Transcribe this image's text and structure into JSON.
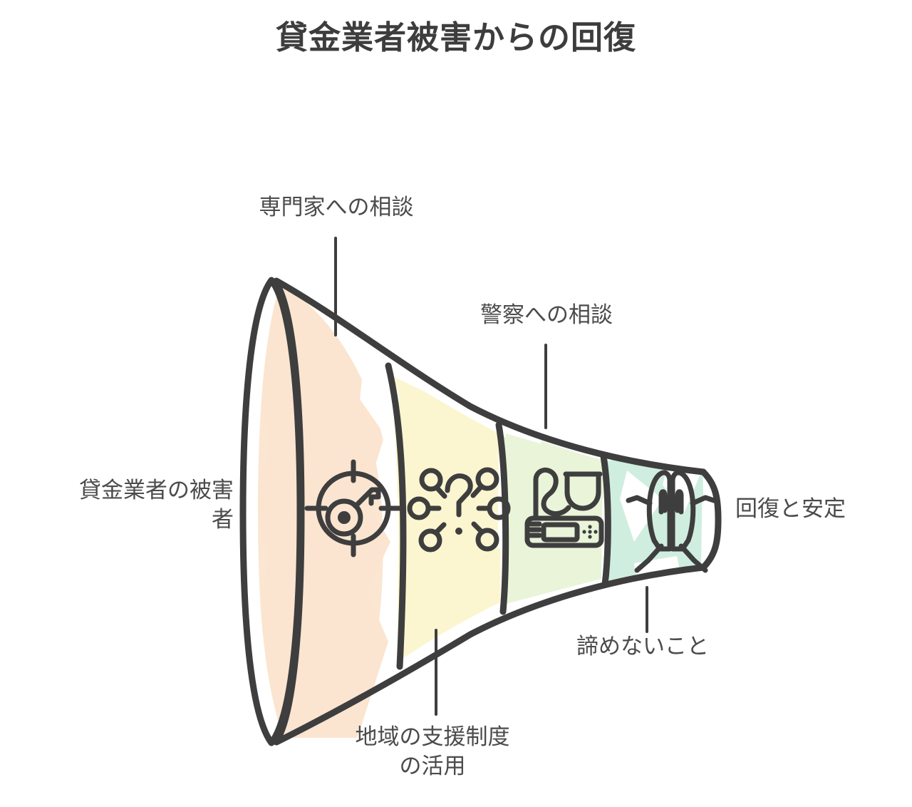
{
  "page": {
    "background_color": "#ffffff",
    "stroke_color": "#3e3e3e",
    "text_color": "#4b4b4b",
    "title_color": "#3d3d3d"
  },
  "header": {
    "title": "貸金業者被害からの回復"
  },
  "diagram": {
    "type": "horizontal-funnel",
    "orientation": "left-wide-to-right-narrow",
    "style": "hand-drawn sketch",
    "entry_label": "貸金業者の被害者",
    "entry_label_lines": [
      "貸金業者の被害",
      "者"
    ],
    "exit_label": "回復と安定",
    "stages": [
      {
        "index": 1,
        "label": "専門家への相談",
        "label_lines": [
          "専門家への相談"
        ],
        "label_position": "top",
        "fill_color": "#fbe5d0",
        "icon": "target-key-icon",
        "icon_description": "crosshair target containing a key"
      },
      {
        "index": 2,
        "label": "地域の支援制度の活用",
        "label_lines": [
          "地域の支援制度",
          "の活用"
        ],
        "label_position": "bottom",
        "fill_color": "#fcf6d0",
        "icon": "question-search-network-icon",
        "icon_description": "question mark surrounded by magnifier nodes"
      },
      {
        "index": 3,
        "label": "警察への相談",
        "label_lines": [
          "警察への相談"
        ],
        "label_position": "top",
        "fill_color": "#e9f4d9",
        "icon": "police-radio-icon",
        "icon_description": "two-way radio base with handset and coiled cord"
      },
      {
        "index": 4,
        "label": "諦めないこと",
        "label_lines": [
          "諦めないこと"
        ],
        "label_position": "bottom",
        "fill_color": "#cfeedf",
        "icon": "praying-hands-icon",
        "icon_description": "two hands clasped together in prayer"
      }
    ]
  }
}
